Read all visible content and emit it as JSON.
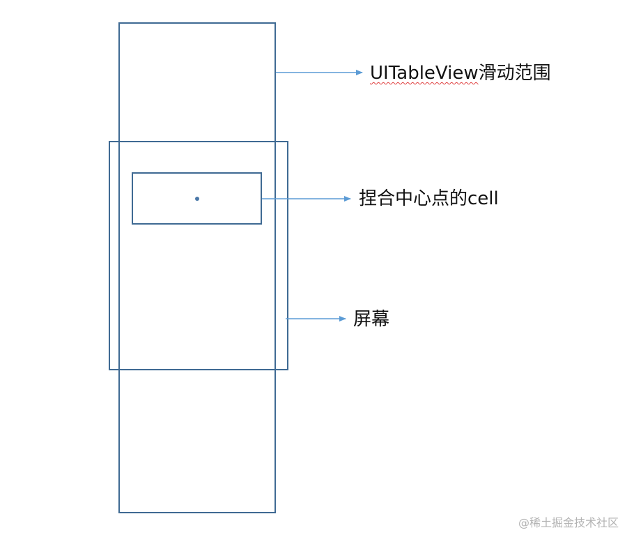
{
  "labels": {
    "tableview_part1": "UITableView",
    "tableview_part2": "滑动范围",
    "cell": "捏合中心点的cell",
    "screen": "屏幕"
  },
  "watermark": "@稀土掘金技术社区",
  "colors": {
    "box_stroke": "#3f6a93",
    "arrow": "#5b9bd5",
    "text": "#111111",
    "squiggle": "#e04040",
    "watermark": "#b3b3b3"
  }
}
